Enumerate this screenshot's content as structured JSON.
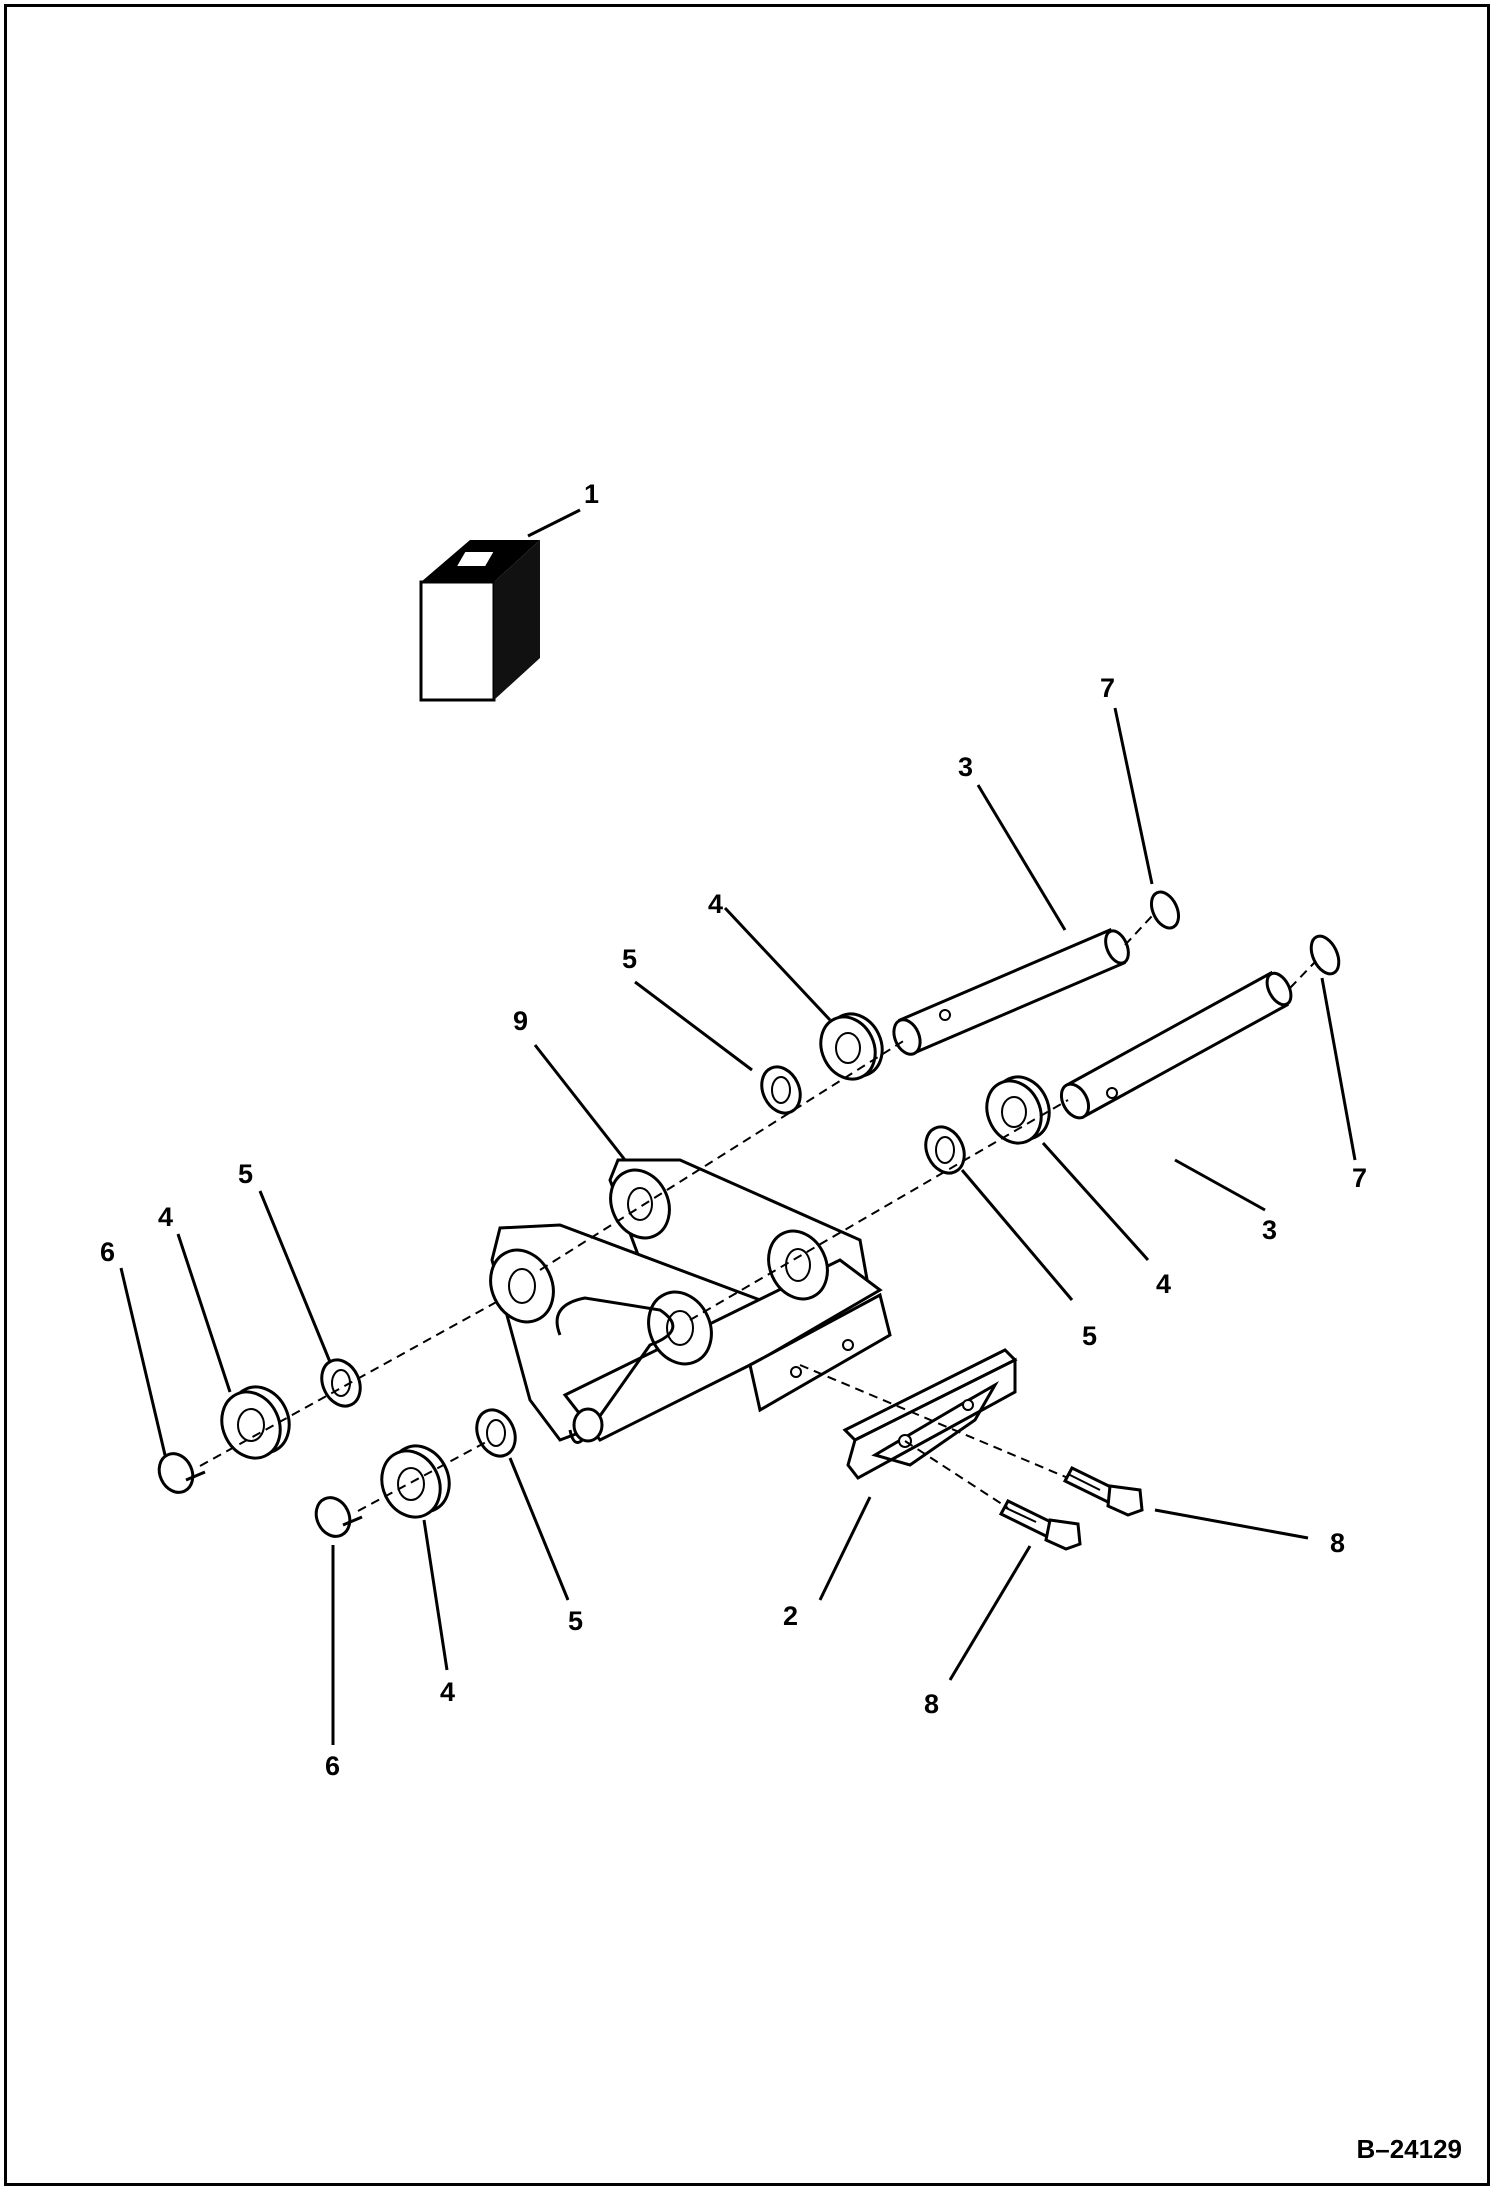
{
  "callouts": {
    "c1": "1",
    "c2": "2",
    "c3a": "3",
    "c3b": "3",
    "c4a": "4",
    "c4b": "4",
    "c4c": "4",
    "c4d": "4",
    "c5a": "5",
    "c5b": "5",
    "c5c": "5",
    "c5d": "5",
    "c6a": "6",
    "c6b": "6",
    "c7a": "7",
    "c7b": "7",
    "c8a": "8",
    "c8b": "8",
    "c9": "9"
  },
  "drawing_number": "B–24129"
}
